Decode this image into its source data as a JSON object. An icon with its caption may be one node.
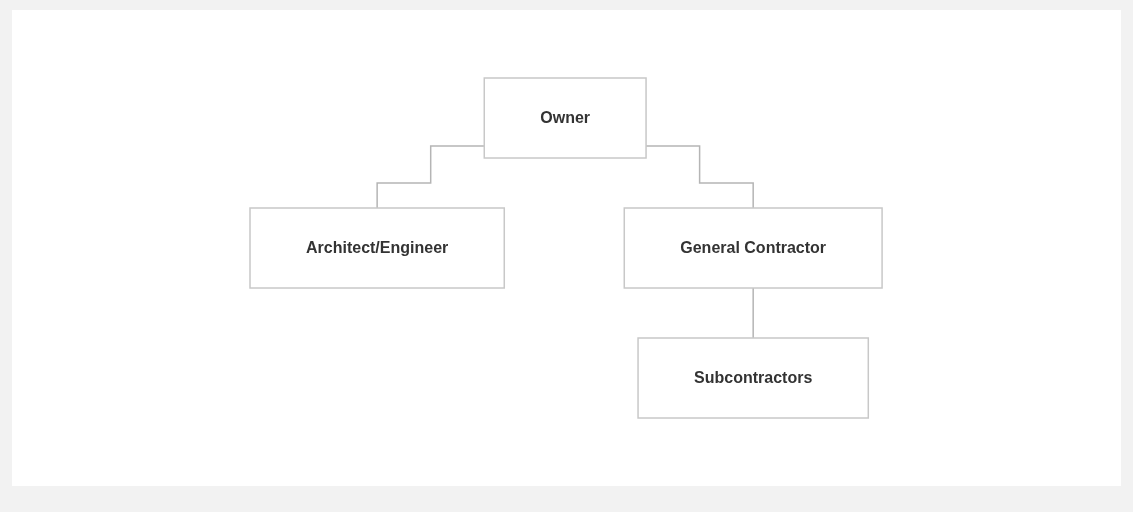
{
  "diagram": {
    "nodes": [
      {
        "text": [
          "Owner"
        ]
      },
      {
        "text": [
          "Architect/Engineer"
        ]
      },
      {
        "text": [
          "General Contractor"
        ]
      },
      {
        "text": [
          "Subcontractors"
        ]
      }
    ],
    "edges": [
      {
        "from": 0,
        "to": 1,
        "arrow": "none"
      },
      {
        "from": 0,
        "to": 2,
        "arrow": "none"
      },
      {
        "from": 2,
        "to": 3,
        "arrow": "none"
      }
    ]
  }
}
